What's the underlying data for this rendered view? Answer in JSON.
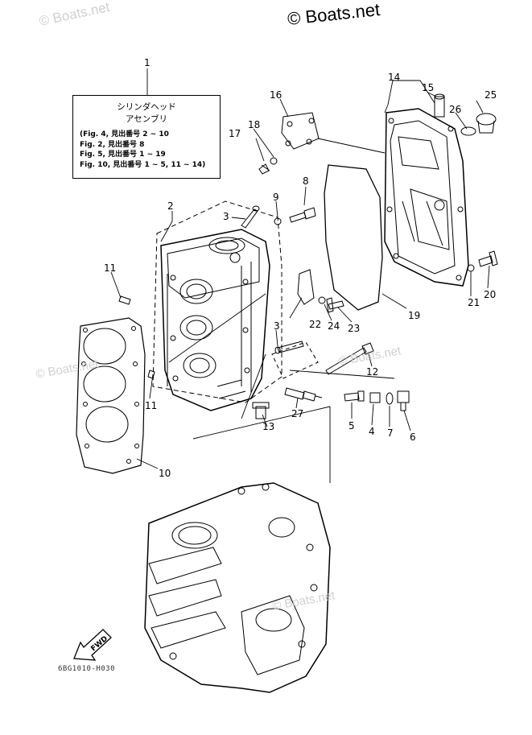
{
  "watermarks": {
    "top_left": "© Boats.net",
    "middle": "© Boats.net",
    "left": "© Boats.net",
    "bottom": "© Boats.net"
  },
  "copyright": "© Boats.net",
  "assembly_box": {
    "title_line1": "シリンダヘッド",
    "title_line2": "アセンブリ",
    "fig_refs": [
      "(Fig. 4, 見出番号  2 ~ 10",
      " Fig. 2, 見出番号  8",
      " Fig. 5, 見出番号  1 ~ 19",
      " Fig. 10, 見出番号  1 ~ 5, 11 ~ 14)"
    ]
  },
  "callouts": {
    "c1": "1",
    "c2": "2",
    "c3a": "3",
    "c3b": "3",
    "c4": "4",
    "c5": "5",
    "c6": "6",
    "c7": "7",
    "c8": "8",
    "c9": "9",
    "c10": "10",
    "c11a": "11",
    "c11b": "11",
    "c12": "12",
    "c13": "13",
    "c14": "14",
    "c15": "15",
    "c16": "16",
    "c17": "17",
    "c18": "18",
    "c19": "19",
    "c20": "20",
    "c21": "21",
    "c22": "22",
    "c23": "23",
    "c24": "24",
    "c25": "25",
    "c26": "26",
    "c27": "27"
  },
  "fwd_label": "FWD",
  "diagram_code": "6BG1010-H030"
}
